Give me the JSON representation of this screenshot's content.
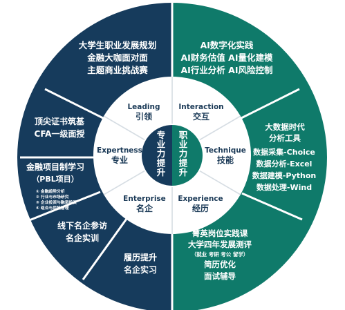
{
  "colors": {
    "navy": "#163b5c",
    "teal": "#0f7a6a",
    "ring_bg": "#ffffff",
    "divider": "#d6dde3",
    "inner_text": "#1b3a57"
  },
  "center": {
    "left": "专业力提升",
    "right": "职业力提升"
  },
  "ring": {
    "leading": {
      "en": "Leading",
      "zh": "引领"
    },
    "interaction": {
      "en": "Interaction",
      "zh": "交互"
    },
    "expertness": {
      "en": "Expertness",
      "zh": "专业"
    },
    "technique": {
      "en": "Technique",
      "zh": "技能"
    },
    "enterprise": {
      "en": "Enterprise",
      "zh": "名企"
    },
    "experience": {
      "en": "Experience",
      "zh": "经历"
    }
  },
  "outer": {
    "top_left": {
      "line1": "大学生职业发展规划",
      "line2": "金融大咖面对面",
      "line3": "主题商业挑战赛"
    },
    "top_right": {
      "line1": "AI数字化实践",
      "line2": "AI财务估值 AI量化建模",
      "line3": "AI行业分析 AI风险控制"
    },
    "left_upper": {
      "line1": "顶尖证书筑基",
      "line2": "CFA一级面授"
    },
    "left_mid": {
      "line1": "金融项目制学习",
      "line2": "（PBL项目）",
      "items": [
        "① 金融趋势分析",
        "② 行业与市场研究",
        "③ 企业投资与融资投资",
        "④ 组合与风险管理"
      ]
    },
    "left_lower": {
      "line1": "线下名企参访",
      "line2": "名企实训"
    },
    "bottom_left": {
      "line1": "履历提升",
      "line2": "名企实习"
    },
    "right_upper": {
      "line1": "大数据时代",
      "line2": "分析工具",
      "line3": "数据采集-Choice",
      "line4": "数据分析-Excel",
      "line5": "数据建模-Python",
      "line6": "数据处理-Wind"
    },
    "bottom_right": {
      "line1": "菁英岗位实践课",
      "line2": "大学四年发展测评",
      "line3": "（就业 考研 考公 留学）",
      "line4": "简历优化",
      "line5": "面试辅导"
    }
  }
}
